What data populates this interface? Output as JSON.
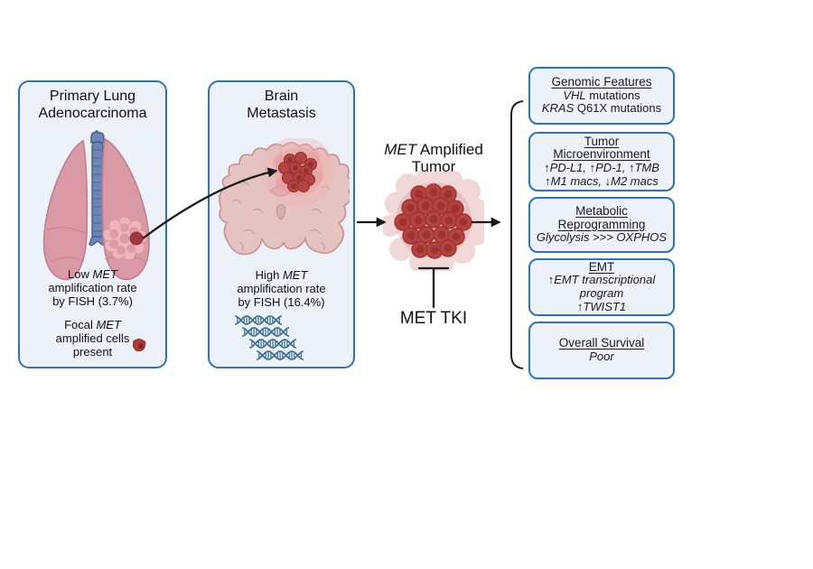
{
  "colors": {
    "panel_border": "#2e74b5",
    "panel_fill": "#edf2fa",
    "arrow_black": "#1a1a1a",
    "lung_pink": "#d99aa5",
    "lung_outline": "#bf7f8d",
    "trachea_blue": "#6e85b5",
    "trachea_outline": "#46598c",
    "brain_pink": "#e6c3c3",
    "brain_outline": "#c49090",
    "tumor_red": "#b5433f",
    "tumor_dark": "#8f2c2c",
    "tumor_halo_pink": "#efb2b9",
    "dna_blue": "#35688f"
  },
  "illustrations": {
    "lungs": "lungs-with-trachea",
    "brain": "brain-coronal-section",
    "tumor": "tumor-cell-cluster",
    "dna": "dna-double-helix"
  },
  "panel_lung": {
    "title": [
      "Primary Lung",
      "Adenocarcinoma"
    ],
    "note_rate": {
      "lead": "Low ",
      "gene": "MET",
      "line2": "amplification rate",
      "line3": "by FISH (3.7%)"
    },
    "note_focal": {
      "lead": "Focal ",
      "gene": "MET",
      "line2": "amplified cells",
      "line3": "present"
    }
  },
  "panel_brain": {
    "title": [
      "Brain",
      "Metastasis"
    ],
    "note_rate": {
      "lead": "High ",
      "gene": "MET",
      "line2": "amplification rate",
      "line3": "by FISH (16.4%)"
    }
  },
  "center": {
    "tumor_title": {
      "gene": "MET",
      "rest": " Amplified",
      "line2": "Tumor"
    },
    "inhibitor_label": "MET TKI"
  },
  "feature_boxes": [
    {
      "title1": "Genomic Features",
      "l1i": "VHL",
      "l1r": " mutations",
      "l2i": "KRAS",
      "l2r": " Q61X mutations"
    },
    {
      "title1": "Tumor ",
      "title2": "Microenvironment",
      "l1": "↑PD-L1, ↑PD-1, ↑TMB",
      "l2": "↑M1 macs, ↓M2 macs"
    },
    {
      "title1": "Metabolic ",
      "title2": "Reprogramming",
      "l1": "Glycolysis >>> OXPHOS"
    },
    {
      "title1": "EMT",
      "l1": "↑EMT transcriptional",
      "l2": "program",
      "l3": "↑TWIST1"
    },
    {
      "title1": "Overall Survival ",
      "l1": "Poor"
    }
  ]
}
